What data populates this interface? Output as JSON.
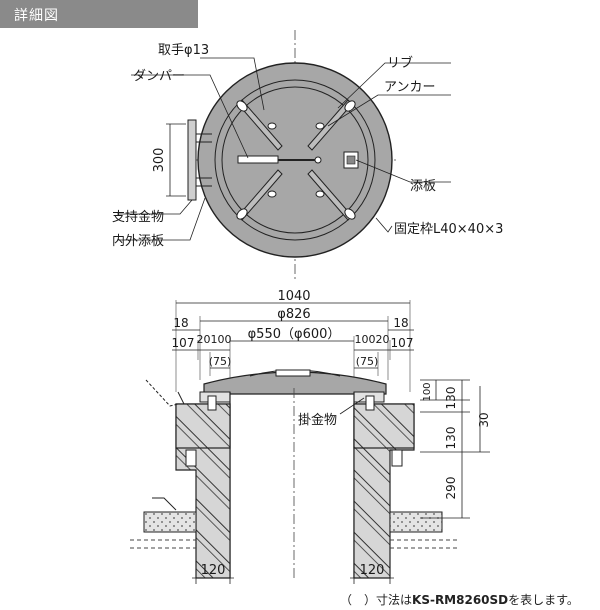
{
  "header": {
    "title": "詳細図"
  },
  "labels": {
    "handle": "取手φ13",
    "damper": "ダンパー",
    "rib": "リブ",
    "anchor": "アンカー",
    "plate": "添板",
    "support": "支持金物",
    "inner_outer": "内外添板",
    "frame": "固定枠L40×40×3",
    "hook": "掛金物"
  },
  "dims": {
    "d300": "300",
    "d1040": "1040",
    "d826": "φ826",
    "d550": "φ550（φ600）",
    "d18l": "18",
    "d18r": "18",
    "d107l": "107",
    "d20100": "20100",
    "d10020": "10020",
    "d107r": "107",
    "d75l": "(75)",
    "d75r": "(75)",
    "d100": "100",
    "d130a": "130",
    "d30": "30",
    "d130b": "130",
    "d290": "290",
    "d120l": "120",
    "d120r": "120"
  },
  "footnote": {
    "prefix": "（　）寸法は",
    "model": "KS-RM8260SD",
    "suffix": "を表します。"
  },
  "colors": {
    "plate_fill": "#a7a7a7",
    "hatch_fill": "#d2d2d2",
    "header_bg": "#8a8a8a"
  }
}
